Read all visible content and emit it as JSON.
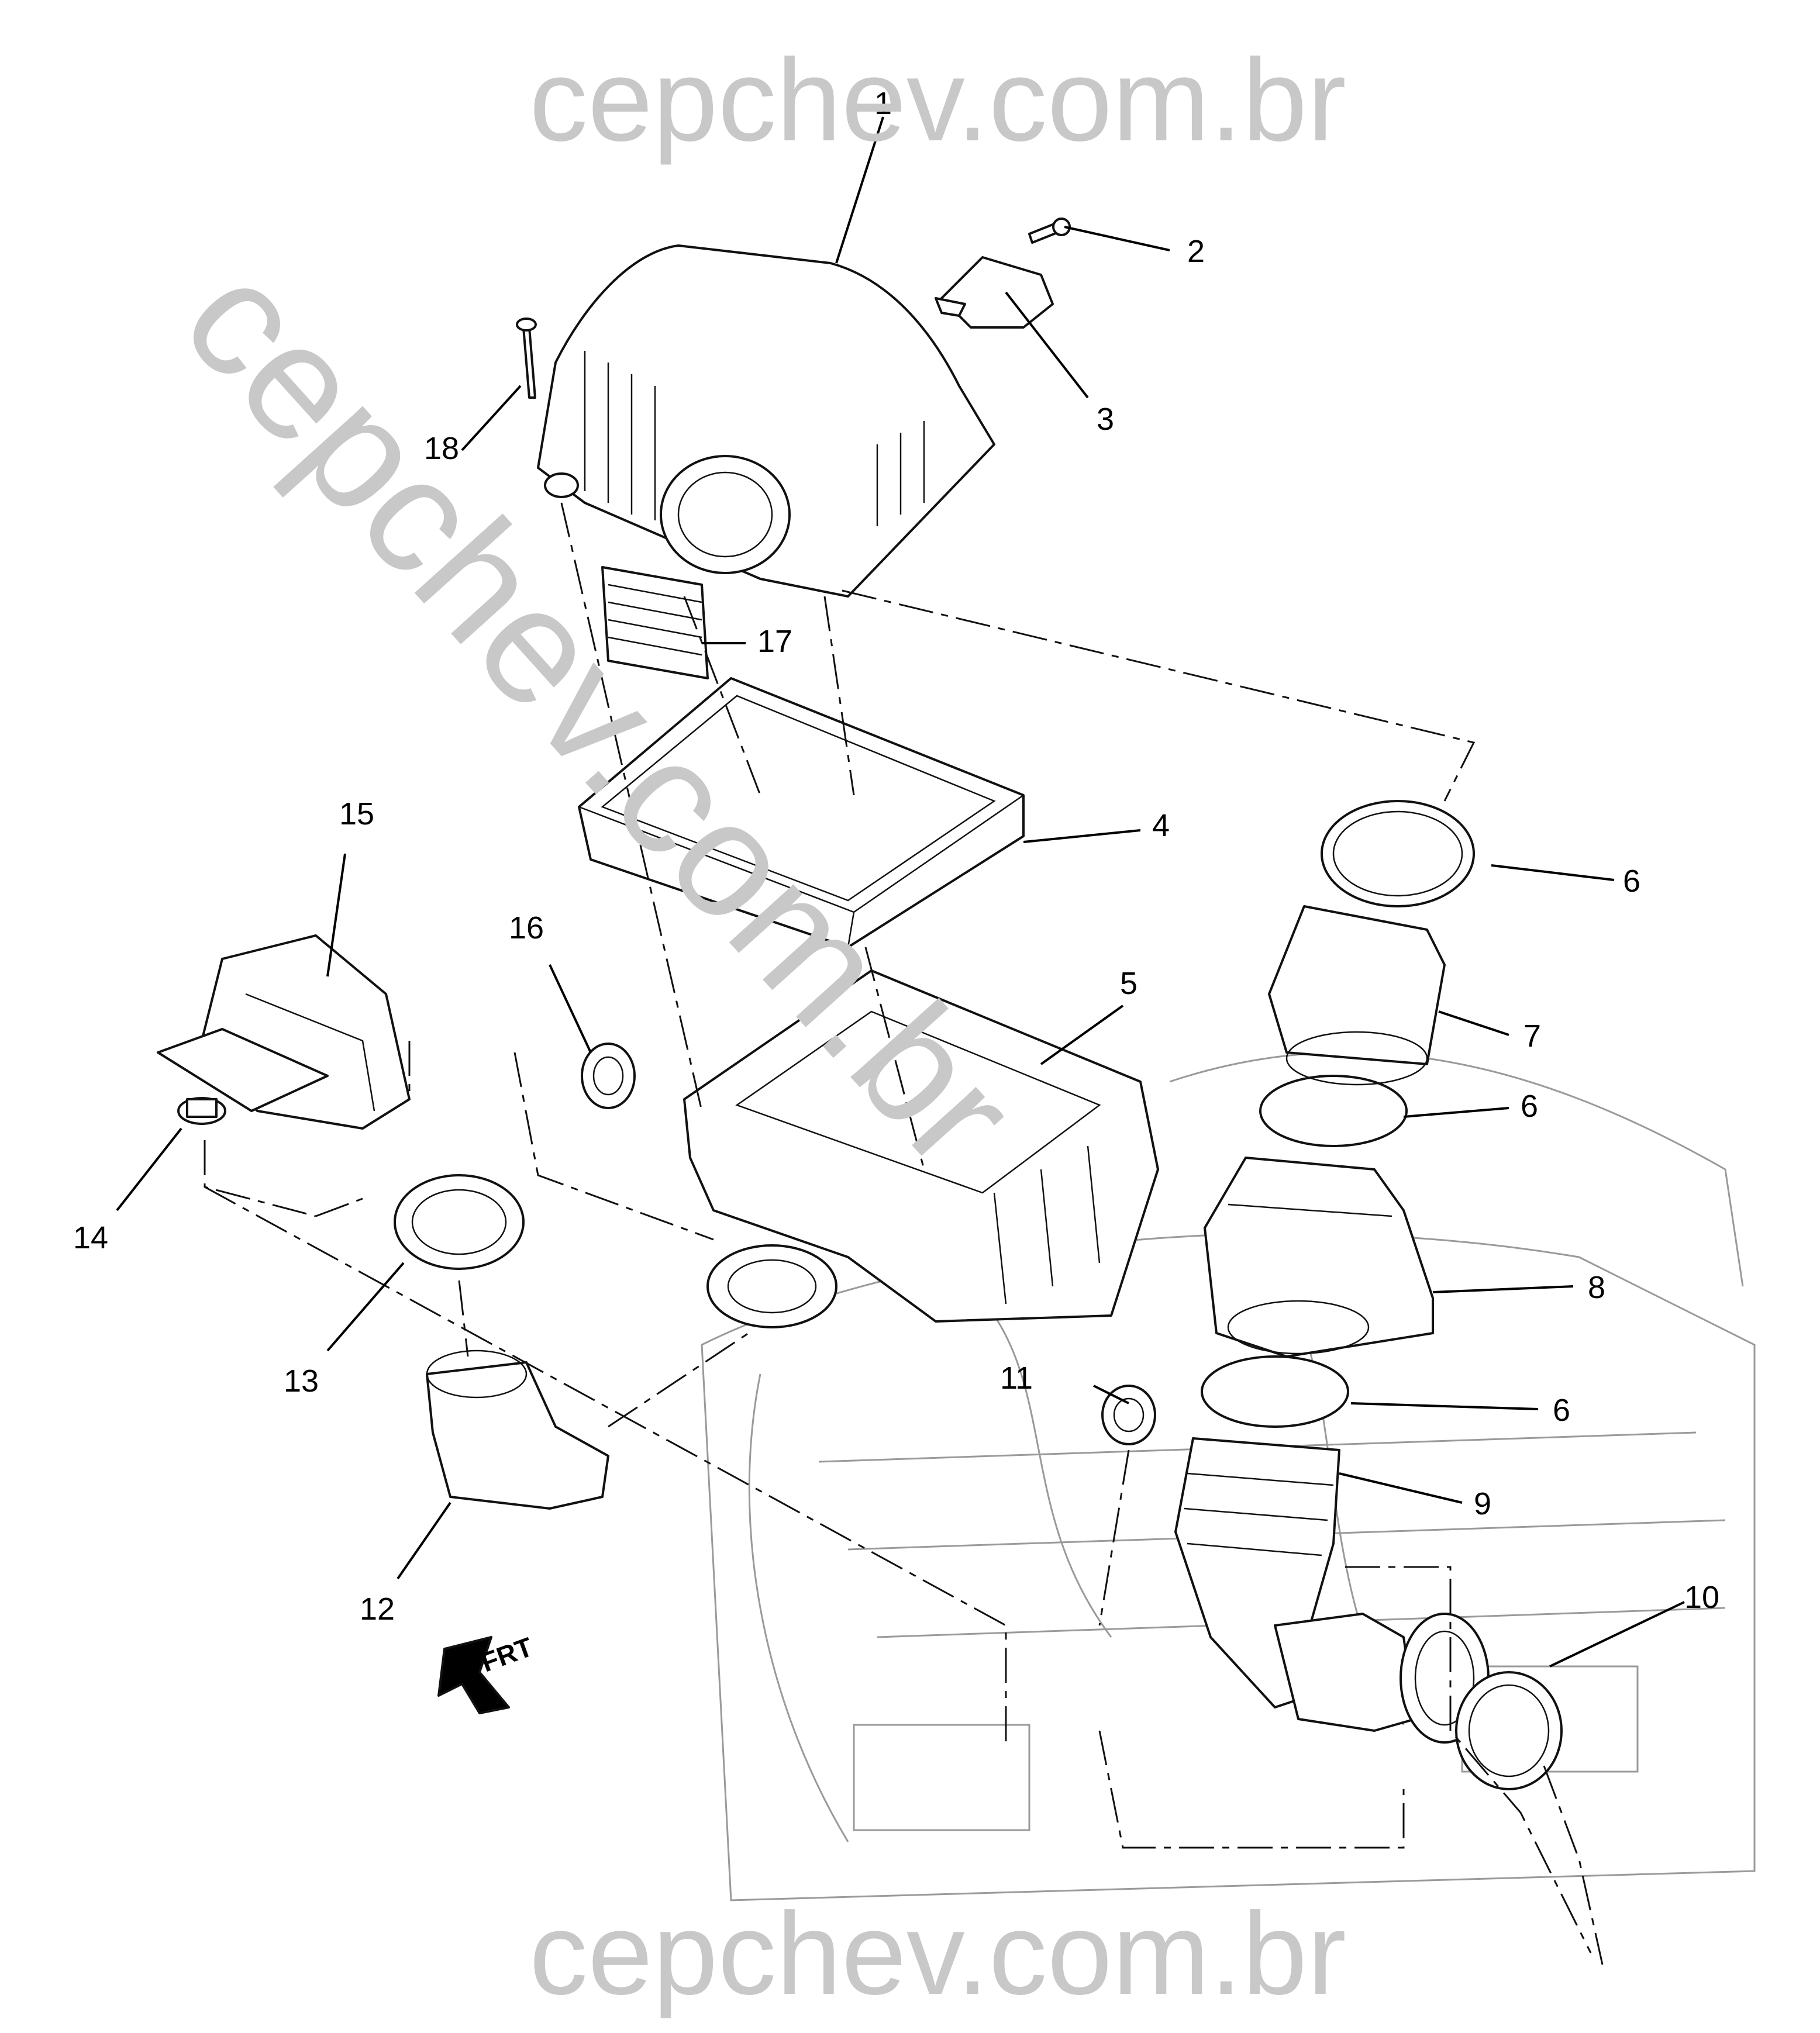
{
  "watermark": {
    "top": "cepchev.com.br",
    "bottom": "cepchev.com.br",
    "diagonal": "cepchev.com.br"
  },
  "callouts": [
    "1",
    "2",
    "3",
    "4",
    "5",
    "6",
    "7",
    "6",
    "8",
    "6",
    "9",
    "10",
    "11",
    "12",
    "13",
    "14",
    "15",
    "16",
    "17",
    "18"
  ],
  "orientation_label": "FRT"
}
